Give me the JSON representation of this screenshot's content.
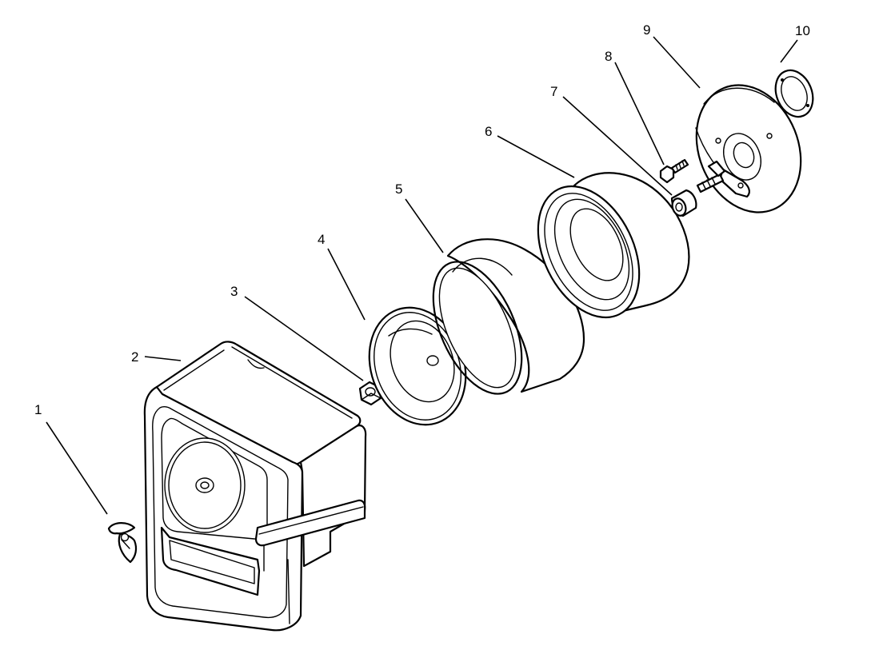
{
  "diagram": {
    "callouts": [
      {
        "label": "1"
      },
      {
        "label": "2"
      },
      {
        "label": "3"
      },
      {
        "label": "4"
      },
      {
        "label": "5"
      },
      {
        "label": "6"
      },
      {
        "label": "7"
      },
      {
        "label": "8"
      },
      {
        "label": "9"
      },
      {
        "label": "10"
      }
    ]
  }
}
